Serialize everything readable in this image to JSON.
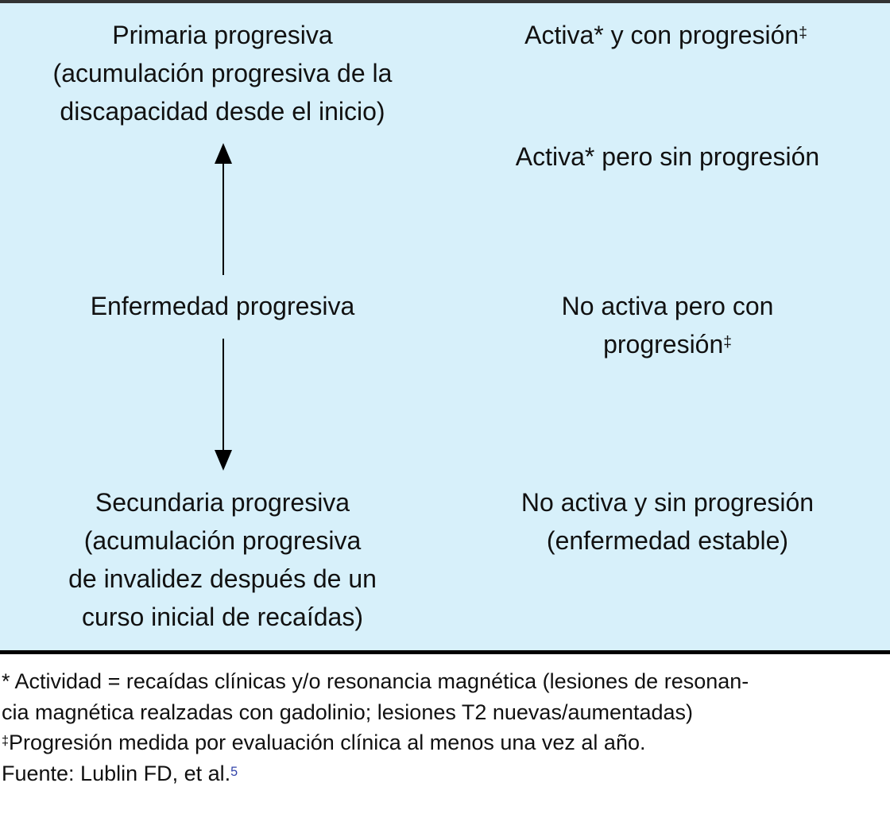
{
  "diagram": {
    "left": {
      "primary": [
        "Primaria progresiva",
        "(acumulación progresiva de la",
        "discapacidad desde el inicio)"
      ],
      "center": "Enfermedad progresiva",
      "secondary": [
        "Secundaria progresiva",
        "(acumulación progresiva",
        "de invalidez después de un",
        "curso inicial de recaídas)"
      ]
    },
    "right": {
      "item1": {
        "text": "Activa* y con progresión",
        "mark": "‡"
      },
      "item2": "Activa* pero sin progresión",
      "item3": {
        "line1": "No activa pero con",
        "line2": "progresión",
        "mark": "‡"
      },
      "item4": [
        "No activa y sin progresión",
        "(enfermedad estable)"
      ]
    },
    "arrows": [
      "up",
      "down"
    ],
    "background_color": "#d7f0fa"
  },
  "footnotes": {
    "activity": [
      "* Actividad = recaídas clínicas y/o resonancia magnética (lesiones de resonan-",
      "cia magnética realzadas con gadolinio; lesiones T2 nuevas/aumentadas)"
    ],
    "progression_mark": "‡",
    "progression": "Progresión medida por evaluación clínica al menos una vez al año.",
    "source": "Fuente: Lublin FD, et al.",
    "source_ref": "5"
  }
}
